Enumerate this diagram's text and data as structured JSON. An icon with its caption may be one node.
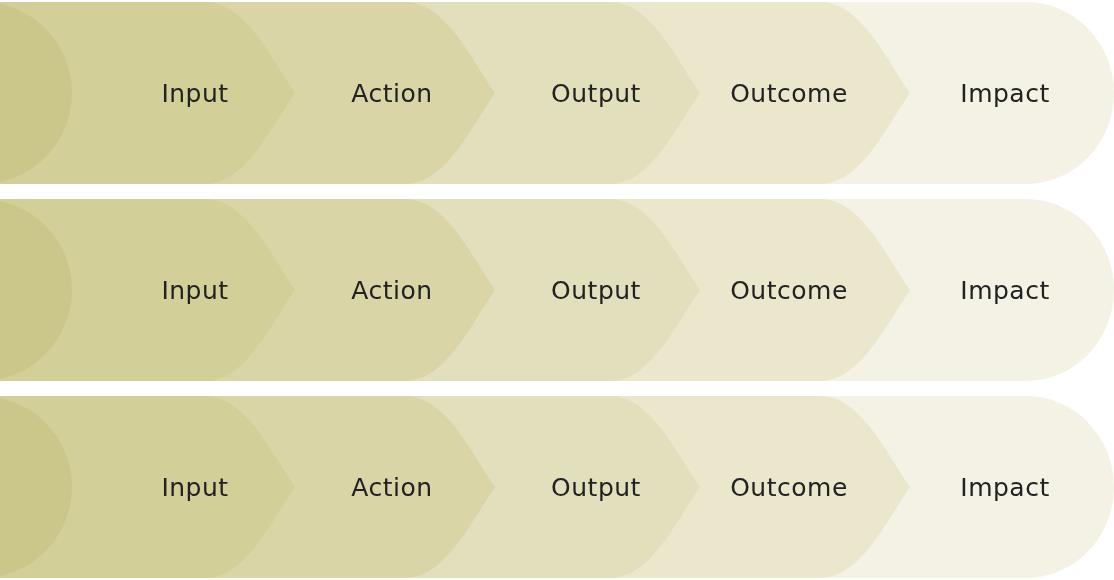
{
  "diagram": {
    "nodes": [
      {
        "text": [],
        "shape": "circle"
      },
      {
        "text": [
          "Input"
        ]
      },
      {
        "text": [
          "Action"
        ]
      },
      {
        "text": [
          "Output"
        ]
      },
      {
        "text": [
          "Outcome"
        ]
      },
      {
        "text": [
          "Impact"
        ]
      },
      {
        "text": [],
        "shape": "circle"
      },
      {
        "text": [
          "Input"
        ]
      },
      {
        "text": [
          "Action"
        ]
      },
      {
        "text": [
          "Output"
        ]
      },
      {
        "text": [
          "Outcome"
        ]
      },
      {
        "text": [
          "Impact"
        ]
      },
      {
        "text": [],
        "shape": "circle"
      },
      {
        "text": [
          "Input"
        ]
      },
      {
        "text": [
          "Action"
        ]
      },
      {
        "text": [
          "Output"
        ]
      },
      {
        "text": [
          "Outcome"
        ]
      },
      {
        "text": [
          "Impact"
        ]
      }
    ]
  }
}
